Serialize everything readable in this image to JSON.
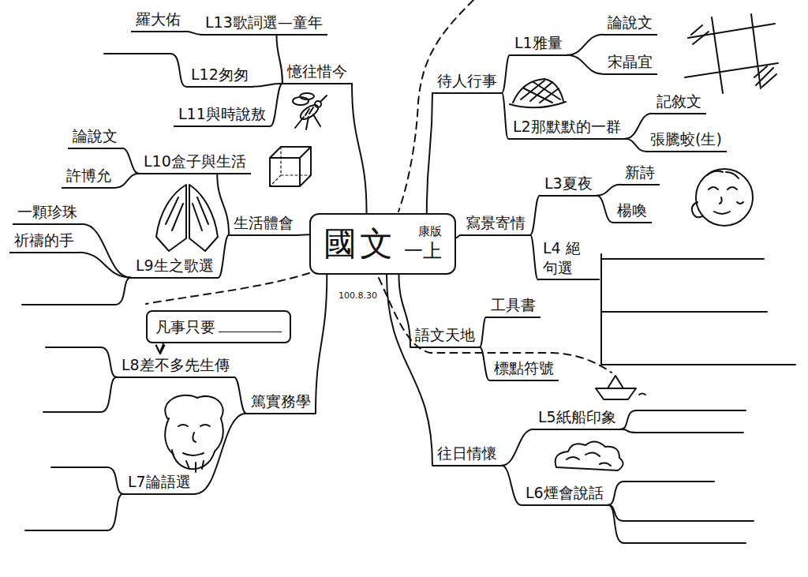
{
  "diagram": {
    "nodes": [
      {
        "text": [
          "國文",
          "康版",
          "一上"
        ]
      },
      {
        "text": [
          "待人行事"
        ]
      },
      {
        "text": [
          "L1雅量"
        ]
      },
      {
        "text": [
          "論說文"
        ]
      },
      {
        "text": [
          "宋晶宜"
        ]
      },
      {
        "text": [
          "L2那默默的一群"
        ]
      },
      {
        "text": [
          "記敘文"
        ]
      },
      {
        "text": [
          "張騰蛟(生)"
        ]
      },
      {
        "text": [
          "寫景寄情"
        ]
      },
      {
        "text": [
          "L3夏夜"
        ]
      },
      {
        "text": [
          "新詩"
        ]
      },
      {
        "text": [
          "楊喚"
        ]
      },
      {
        "text": [
          "L4 絕句選"
        ]
      },
      {
        "text": [
          "語文天地"
        ]
      },
      {
        "text": [
          "工具書"
        ]
      },
      {
        "text": [
          "標點符號"
        ]
      },
      {
        "text": [
          "往日情懷"
        ]
      },
      {
        "text": [
          "L5紙船印象"
        ]
      },
      {
        "text": [
          "L6煙會說話"
        ]
      },
      {
        "text": [
          "憶往惜今"
        ]
      },
      {
        "text": [
          "L13歌詞選—童年"
        ]
      },
      {
        "text": [
          "羅大佑"
        ]
      },
      {
        "text": [
          "L12匆匆"
        ]
      },
      {
        "text": [
          "L11與時說敖"
        ]
      },
      {
        "text": [
          "生活體會"
        ]
      },
      {
        "text": [
          "L10盒子與生活"
        ]
      },
      {
        "text": [
          "論說文"
        ]
      },
      {
        "text": [
          "許博允"
        ]
      },
      {
        "text": [
          "L9生之歌選"
        ]
      },
      {
        "text": [
          "一顆珍珠"
        ]
      },
      {
        "text": [
          "祈禱的手"
        ]
      },
      {
        "text": [
          "篤實務學"
        ]
      },
      {
        "text": [
          "L8差不多先生傳"
        ]
      },
      {
        "text": [
          "凡事只要"
        ]
      },
      {
        "text": [
          "L7論語選"
        ]
      }
    ],
    "edges": [
      {
        "from": 0,
        "to": 1,
        "arrow": "none"
      },
      {
        "from": 1,
        "to": 2,
        "arrow": "none"
      },
      {
        "from": 2,
        "to": 3,
        "arrow": "none"
      },
      {
        "from": 2,
        "to": 4,
        "arrow": "none"
      },
      {
        "from": 1,
        "to": 5,
        "arrow": "none"
      },
      {
        "from": 5,
        "to": 6,
        "arrow": "none"
      },
      {
        "from": 5,
        "to": 7,
        "arrow": "none"
      },
      {
        "from": 0,
        "to": 8,
        "arrow": "none"
      },
      {
        "from": 8,
        "to": 9,
        "arrow": "none"
      },
      {
        "from": 9,
        "to": 10,
        "arrow": "none"
      },
      {
        "from": 9,
        "to": 11,
        "arrow": "none"
      },
      {
        "from": 8,
        "to": 12,
        "arrow": "none"
      },
      {
        "from": 0,
        "to": 13,
        "arrow": "none"
      },
      {
        "from": 13,
        "to": 14,
        "arrow": "none"
      },
      {
        "from": 13,
        "to": 15,
        "arrow": "none"
      },
      {
        "from": 0,
        "to": 16,
        "arrow": "none"
      },
      {
        "from": 16,
        "to": 17,
        "arrow": "none"
      },
      {
        "from": 16,
        "to": 18,
        "arrow": "none"
      },
      {
        "from": 0,
        "to": 19,
        "arrow": "none"
      },
      {
        "from": 19,
        "to": 20,
        "arrow": "none"
      },
      {
        "from": 20,
        "to": 21,
        "arrow": "none"
      },
      {
        "from": 19,
        "to": 22,
        "arrow": "none"
      },
      {
        "from": 19,
        "to": 23,
        "arrow": "none"
      },
      {
        "from": 0,
        "to": 24,
        "arrow": "none"
      },
      {
        "from": 24,
        "to": 25,
        "arrow": "none"
      },
      {
        "from": 25,
        "to": 26,
        "arrow": "none"
      },
      {
        "from": 25,
        "to": 27,
        "arrow": "none"
      },
      {
        "from": 24,
        "to": 28,
        "arrow": "none"
      },
      {
        "from": 28,
        "to": 29,
        "arrow": "none"
      },
      {
        "from": 28,
        "to": 30,
        "arrow": "none"
      },
      {
        "from": 0,
        "to": 31,
        "arrow": "none"
      },
      {
        "from": 31,
        "to": 32,
        "arrow": "none"
      },
      {
        "from": 33,
        "to": 32,
        "arrow": "to"
      },
      {
        "from": 31,
        "to": 34,
        "arrow": "none"
      }
    ],
    "labels": [
      "100.8.30"
    ]
  }
}
